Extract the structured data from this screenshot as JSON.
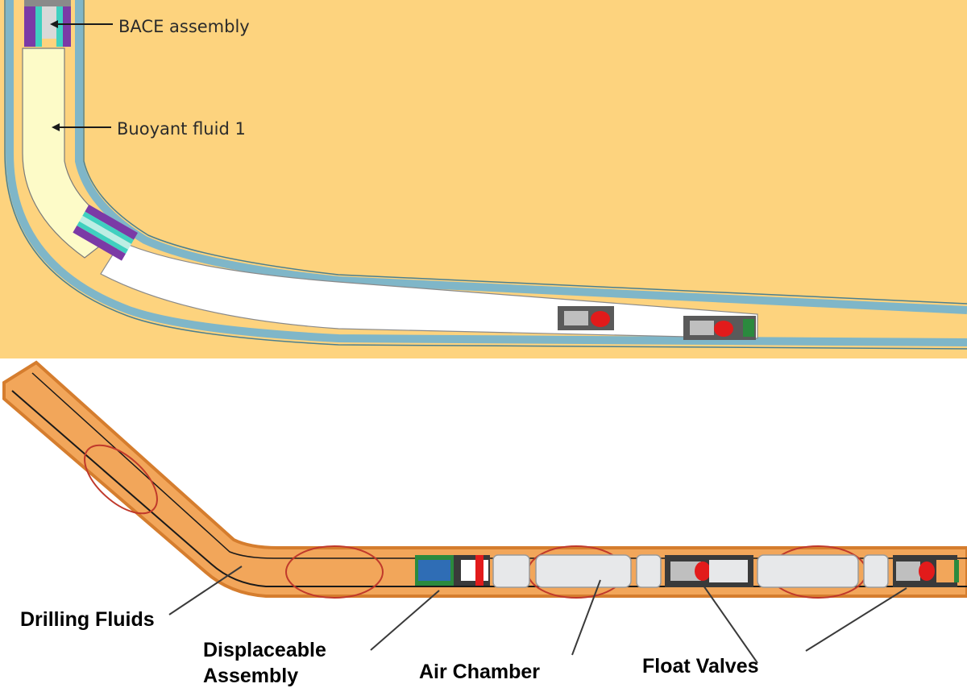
{
  "top_panel": {
    "labels": {
      "bace_assembly": "BACE assembly",
      "buoyant_fluid": "Buoyant fluid 1"
    },
    "colors": {
      "background": "#fdd37e",
      "casing": "#7fb6c8",
      "buoyant_fluid": "#fdfbc8",
      "bore": "#ffffff",
      "valve": "#e21b1b",
      "bace_purple": "#7b3aa6",
      "bace_teal": "#3fd0c0"
    }
  },
  "bottom_panel": {
    "labels": {
      "drilling_fluids": "Drilling Fluids",
      "displaceable_assembly_line1": "Displaceable",
      "displaceable_assembly_line2": "Assembly",
      "air_chamber": "Air Chamber",
      "float_valves": "Float Valves"
    },
    "colors": {
      "drilling_fluid": "#f2a65a",
      "pipe_wall": "#d57d2e",
      "air_chamber": "#e7e8ea",
      "centralizer": "#c0392b",
      "valve": "#e21b1b",
      "assembly_blue": "#2f6db5",
      "assembly_green": "#2b8a3e"
    }
  }
}
